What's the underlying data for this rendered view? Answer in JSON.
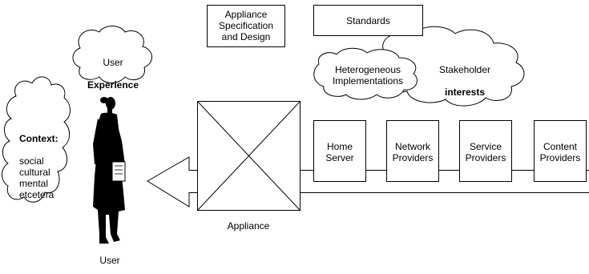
{
  "labels": {
    "appliance_spec": "Appliance\nSpecification\nand Design",
    "standards": "Standards",
    "user_exp_line1": "User",
    "user_exp_line2": "Experience",
    "heterogeneous": "Heterogeneous\nImplementations",
    "stakeholder_line1": "Stakeholder",
    "stakeholder_line2": "interests",
    "context_title": "Context:",
    "context_items": "social\ncultural\nmental\netcetera",
    "home_server": "Home\nServer",
    "network_providers": "Network\nProviders",
    "service_providers": "Service\nProviders",
    "content_providers": "Content\nProviders",
    "appliance": "Appliance",
    "user": "User"
  }
}
